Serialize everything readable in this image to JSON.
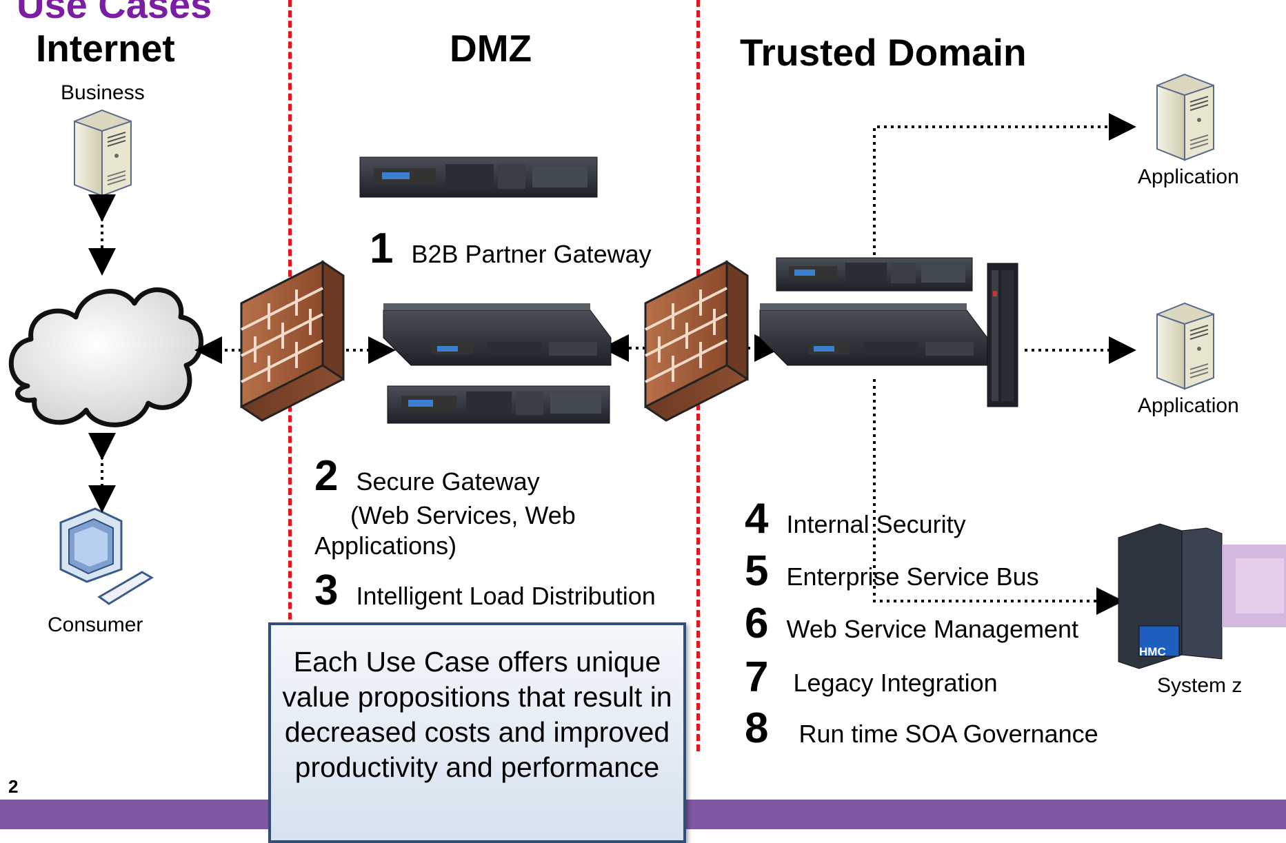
{
  "slide": {
    "title": "Use Cases",
    "page_number": "2"
  },
  "zones": {
    "internet": "Internet",
    "dmz": "DMZ",
    "trusted": "Trusted Domain"
  },
  "nodes": {
    "business": "Business",
    "consumer": "Consumer",
    "application_1": "Application",
    "application_2": "Application",
    "system_z": "System z",
    "hmc": "HMC"
  },
  "use_cases": [
    {
      "num": "1",
      "text": "B2B Partner Gateway"
    },
    {
      "num": "2",
      "text": "Secure Gateway"
    },
    {
      "num": "3",
      "text": "Intelligent Load Distribution"
    },
    {
      "num": "4",
      "text": "Internal Security"
    },
    {
      "num": "5",
      "text": "Enterprise Service Bus"
    },
    {
      "num": "6",
      "text": "Web Service Management"
    },
    {
      "num": "7",
      "text": "Legacy Integration"
    },
    {
      "num": "8",
      "text": "Run time SOA Governance"
    }
  ],
  "use_case_2_sub": {
    "line1": "(Web Services, Web",
    "line2": "Applications)"
  },
  "callout": {
    "text": "Each Use Case offers unique value propositions that result in decreased costs and improved productivity and performance"
  },
  "colors": {
    "title_purple": "#7b1fa2",
    "zone_divider": "#e8141c",
    "footer": "#7e58a3",
    "callout_border": "#2f4f7a"
  },
  "icons": [
    "server-tower-icon",
    "cloud-icon",
    "firewall-icon",
    "appliance-icon",
    "computer-icon",
    "mainframe-icon"
  ]
}
